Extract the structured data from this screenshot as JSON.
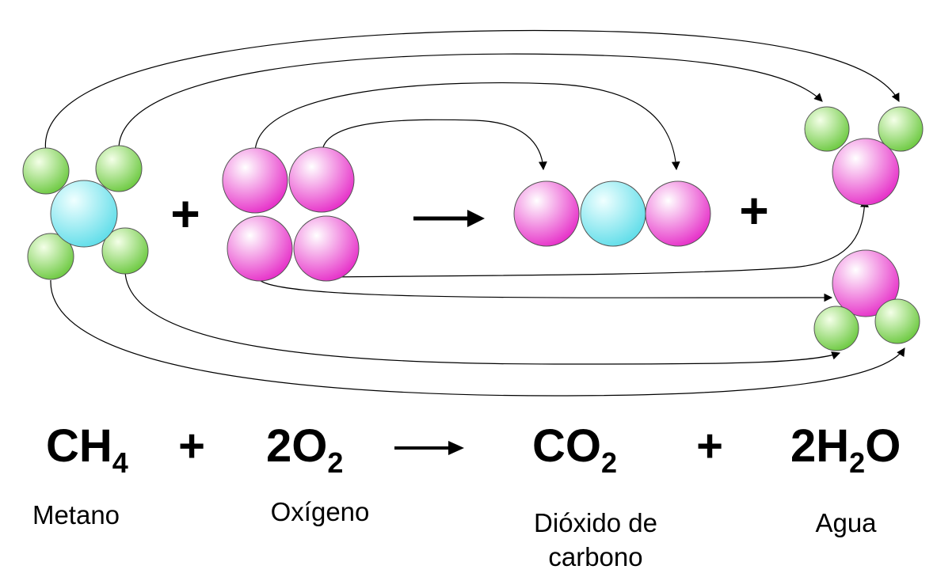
{
  "equation": {
    "methane_formula": "CH",
    "methane_sub": "4",
    "plus_1": "+",
    "oxygen_coef": "2O",
    "oxygen_sub": "2",
    "co2_formula": "CO",
    "co2_sub": "2",
    "plus_2": "+",
    "water_coef": "2H",
    "water_sub": "2",
    "water_tail": "O"
  },
  "names": {
    "methane": "Metano",
    "oxygen": "Oxígeno",
    "co2_line1": "Dióxido de",
    "co2_line2": "carbono",
    "water": "Agua"
  },
  "molecule_row": {
    "plus_1": "+",
    "plus_2": "+"
  },
  "colors": {
    "hydrogen": "#7ed957",
    "oxygen": "#ee3fcf",
    "carbon": "#7fe9f3",
    "line": "#000000"
  }
}
